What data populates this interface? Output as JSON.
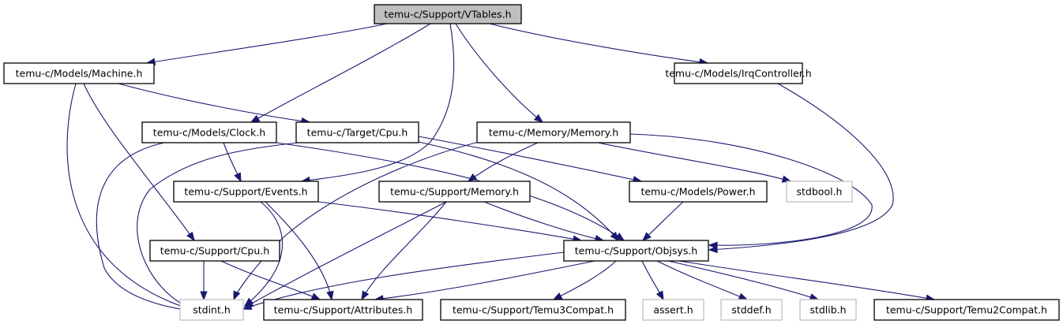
{
  "graph": {
    "title": "temu-c/Support/VTables.h",
    "colors": {
      "edge": "#191970",
      "root_fill": "#bfbfbf",
      "node_border": "#000000",
      "system_border": "#bfbfbf",
      "system_text": "#555555"
    },
    "nodes": [
      {
        "id": "vtables",
        "label": "temu-c/Support/VTables.h",
        "kind": "root"
      },
      {
        "id": "machine",
        "label": "temu-c/Models/Machine.h",
        "kind": "file"
      },
      {
        "id": "irq",
        "label": "temu-c/Models/IrqController.h",
        "kind": "file"
      },
      {
        "id": "clock",
        "label": "temu-c/Models/Clock.h",
        "kind": "file"
      },
      {
        "id": "tcpu",
        "label": "temu-c/Target/Cpu.h",
        "kind": "file"
      },
      {
        "id": "memmem",
        "label": "temu-c/Memory/Memory.h",
        "kind": "file"
      },
      {
        "id": "events",
        "label": "temu-c/Support/Events.h",
        "kind": "file"
      },
      {
        "id": "supmem",
        "label": "temu-c/Support/Memory.h",
        "kind": "file"
      },
      {
        "id": "power",
        "label": "temu-c/Models/Power.h",
        "kind": "file"
      },
      {
        "id": "stdbool",
        "label": "stdbool.h",
        "kind": "system"
      },
      {
        "id": "supcpu",
        "label": "temu-c/Support/Cpu.h",
        "kind": "file"
      },
      {
        "id": "objsys",
        "label": "temu-c/Support/Objsys.h",
        "kind": "file"
      },
      {
        "id": "stdint",
        "label": "stdint.h",
        "kind": "system"
      },
      {
        "id": "attrs",
        "label": "temu-c/Support/Attributes.h",
        "kind": "file"
      },
      {
        "id": "t3",
        "label": "temu-c/Support/Temu3Compat.h",
        "kind": "file"
      },
      {
        "id": "assert",
        "label": "assert.h",
        "kind": "system"
      },
      {
        "id": "stddef",
        "label": "stddef.h",
        "kind": "system"
      },
      {
        "id": "stdlib",
        "label": "stdlib.h",
        "kind": "system"
      },
      {
        "id": "t2",
        "label": "temu-c/Support/Temu2Compat.h",
        "kind": "file"
      }
    ],
    "edges": [
      [
        "vtables",
        "machine"
      ],
      [
        "vtables",
        "clock"
      ],
      [
        "vtables",
        "events"
      ],
      [
        "vtables",
        "memmem"
      ],
      [
        "vtables",
        "irq"
      ],
      [
        "machine",
        "tcpu"
      ],
      [
        "machine",
        "supcpu"
      ],
      [
        "machine",
        "stdint"
      ],
      [
        "irq",
        "objsys"
      ],
      [
        "clock",
        "events"
      ],
      [
        "clock",
        "stdint"
      ],
      [
        "clock",
        "objsys"
      ],
      [
        "tcpu",
        "power"
      ],
      [
        "tcpu",
        "objsys"
      ],
      [
        "tcpu",
        "stdint"
      ],
      [
        "memmem",
        "supmem"
      ],
      [
        "memmem",
        "stdbool"
      ],
      [
        "memmem",
        "objsys"
      ],
      [
        "memmem",
        "stdint"
      ],
      [
        "events",
        "objsys"
      ],
      [
        "events",
        "stdint"
      ],
      [
        "events",
        "attrs"
      ],
      [
        "supmem",
        "objsys"
      ],
      [
        "supmem",
        "stdint"
      ],
      [
        "supmem",
        "attrs"
      ],
      [
        "power",
        "objsys"
      ],
      [
        "supcpu",
        "stdint"
      ],
      [
        "supcpu",
        "attrs"
      ],
      [
        "objsys",
        "stdint"
      ],
      [
        "objsys",
        "attrs"
      ],
      [
        "objsys",
        "t3"
      ],
      [
        "objsys",
        "assert"
      ],
      [
        "objsys",
        "stddef"
      ],
      [
        "objsys",
        "stdlib"
      ],
      [
        "objsys",
        "t2"
      ]
    ]
  }
}
